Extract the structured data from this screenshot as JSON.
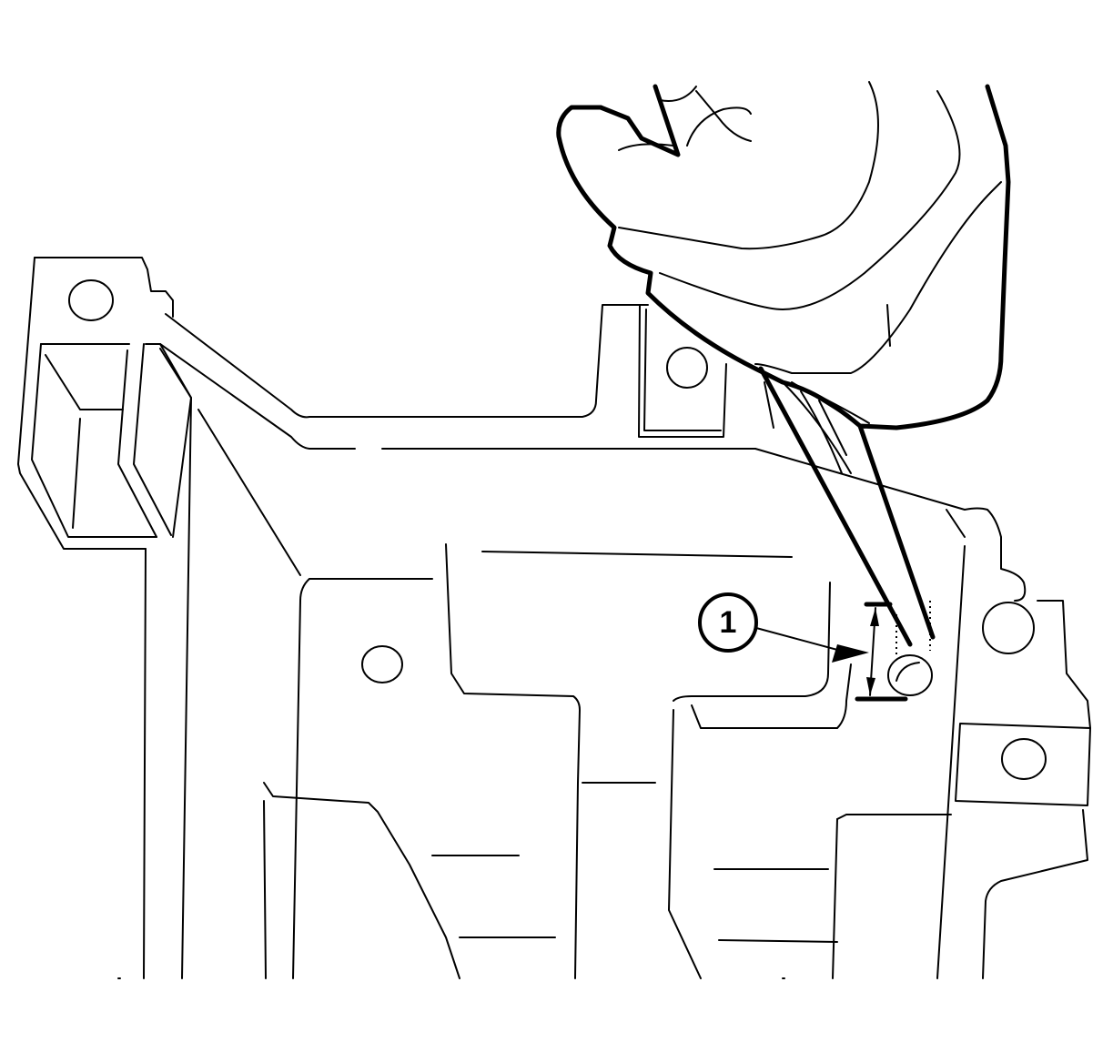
{
  "figure": {
    "description": "Service manual line drawing: hand holding a tool (feeler/scribe) measuring a pin height on a housing casting",
    "callouts": [
      {
        "number": "1",
        "label": "1"
      }
    ],
    "colors": {
      "line": "#000000",
      "background": "#ffffff"
    }
  }
}
